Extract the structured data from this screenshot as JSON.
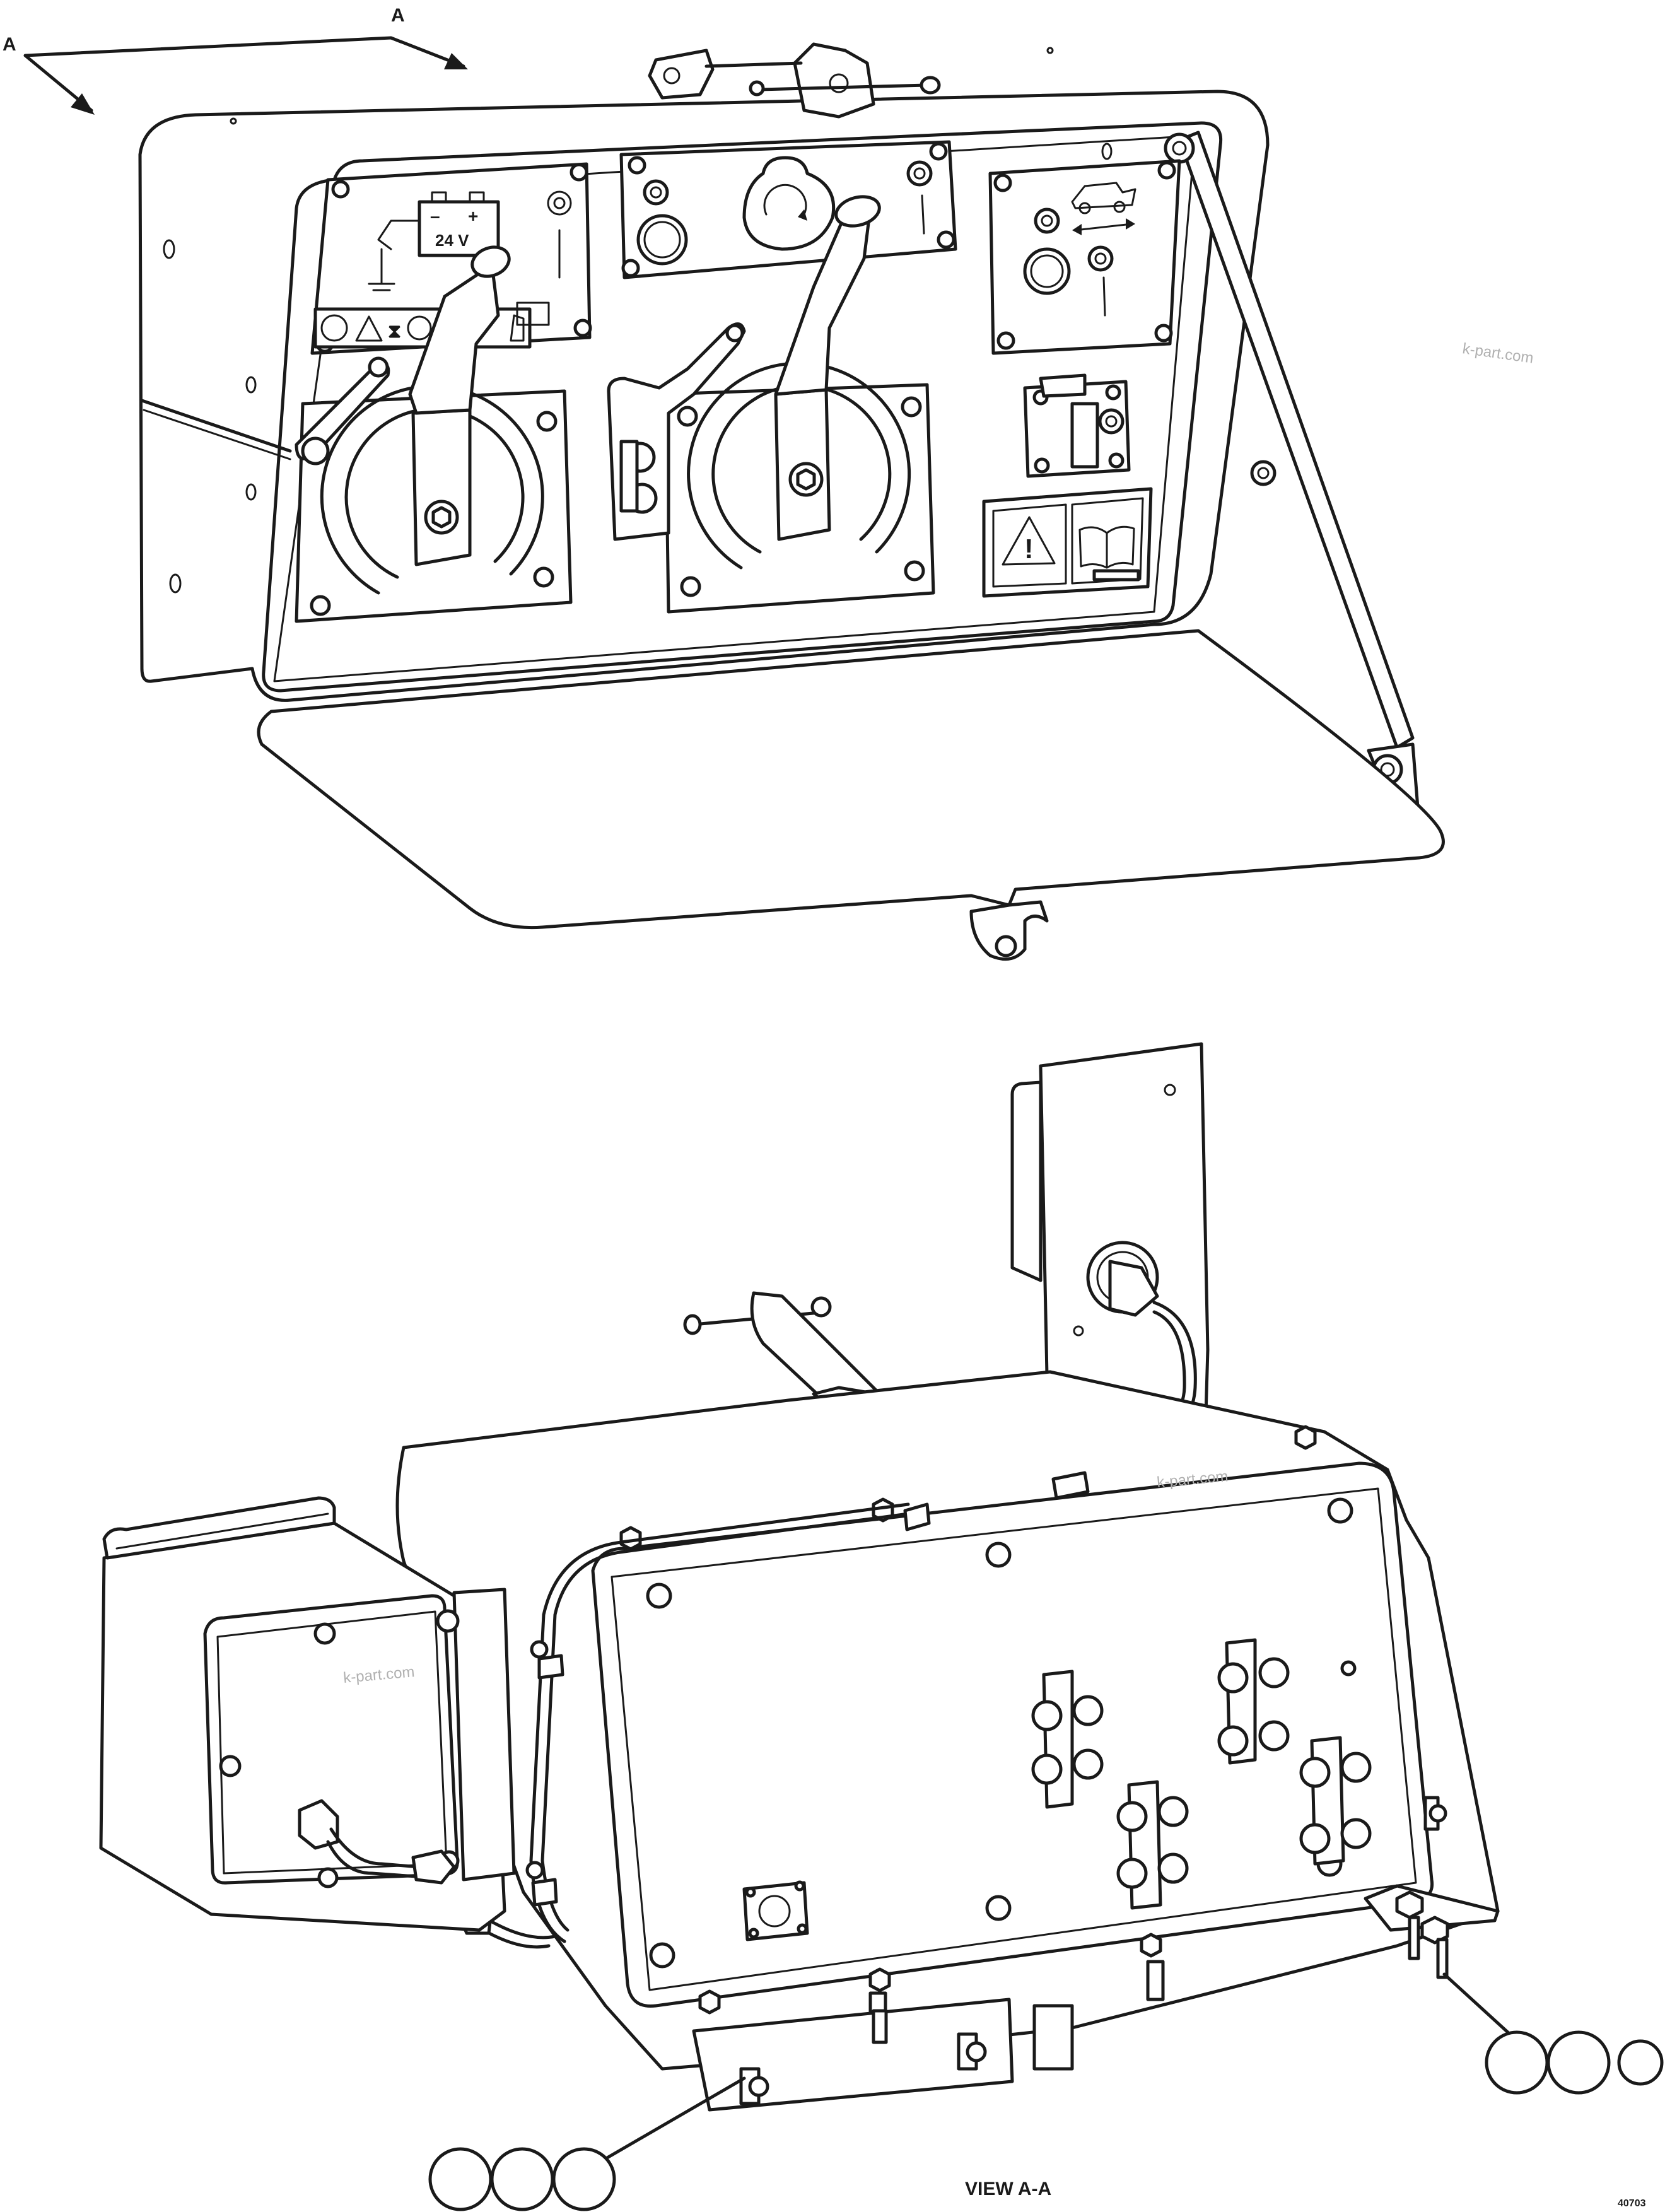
{
  "section_marks": {
    "left": "A",
    "top": "A"
  },
  "decal_voltage": "24 V",
  "watermark": "k-part.com",
  "view_label": "VIEW A-A",
  "drawing_number": "40703",
  "callouts": {
    "bottom_left": [
      "",
      "",
      ""
    ],
    "bottom_right": [
      "",
      "",
      ""
    ]
  },
  "colors": {
    "line": "#1a1a1a",
    "background": "#ffffff",
    "watermark": "#b0b0b0"
  }
}
